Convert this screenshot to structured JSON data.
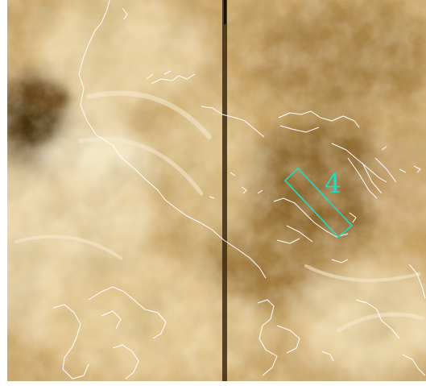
{
  "image": {
    "subject": "solar-coronal-euv-image",
    "colormap": "sdo-aia-171-gold",
    "colors": {
      "background": "#ffffff",
      "dark": "#5a3d12",
      "mid": "#b08a4a",
      "bright": "#f5e7cb",
      "contour": "#ffffff",
      "box": "#22d9c2"
    }
  },
  "annotation": {
    "box_label": "4"
  }
}
